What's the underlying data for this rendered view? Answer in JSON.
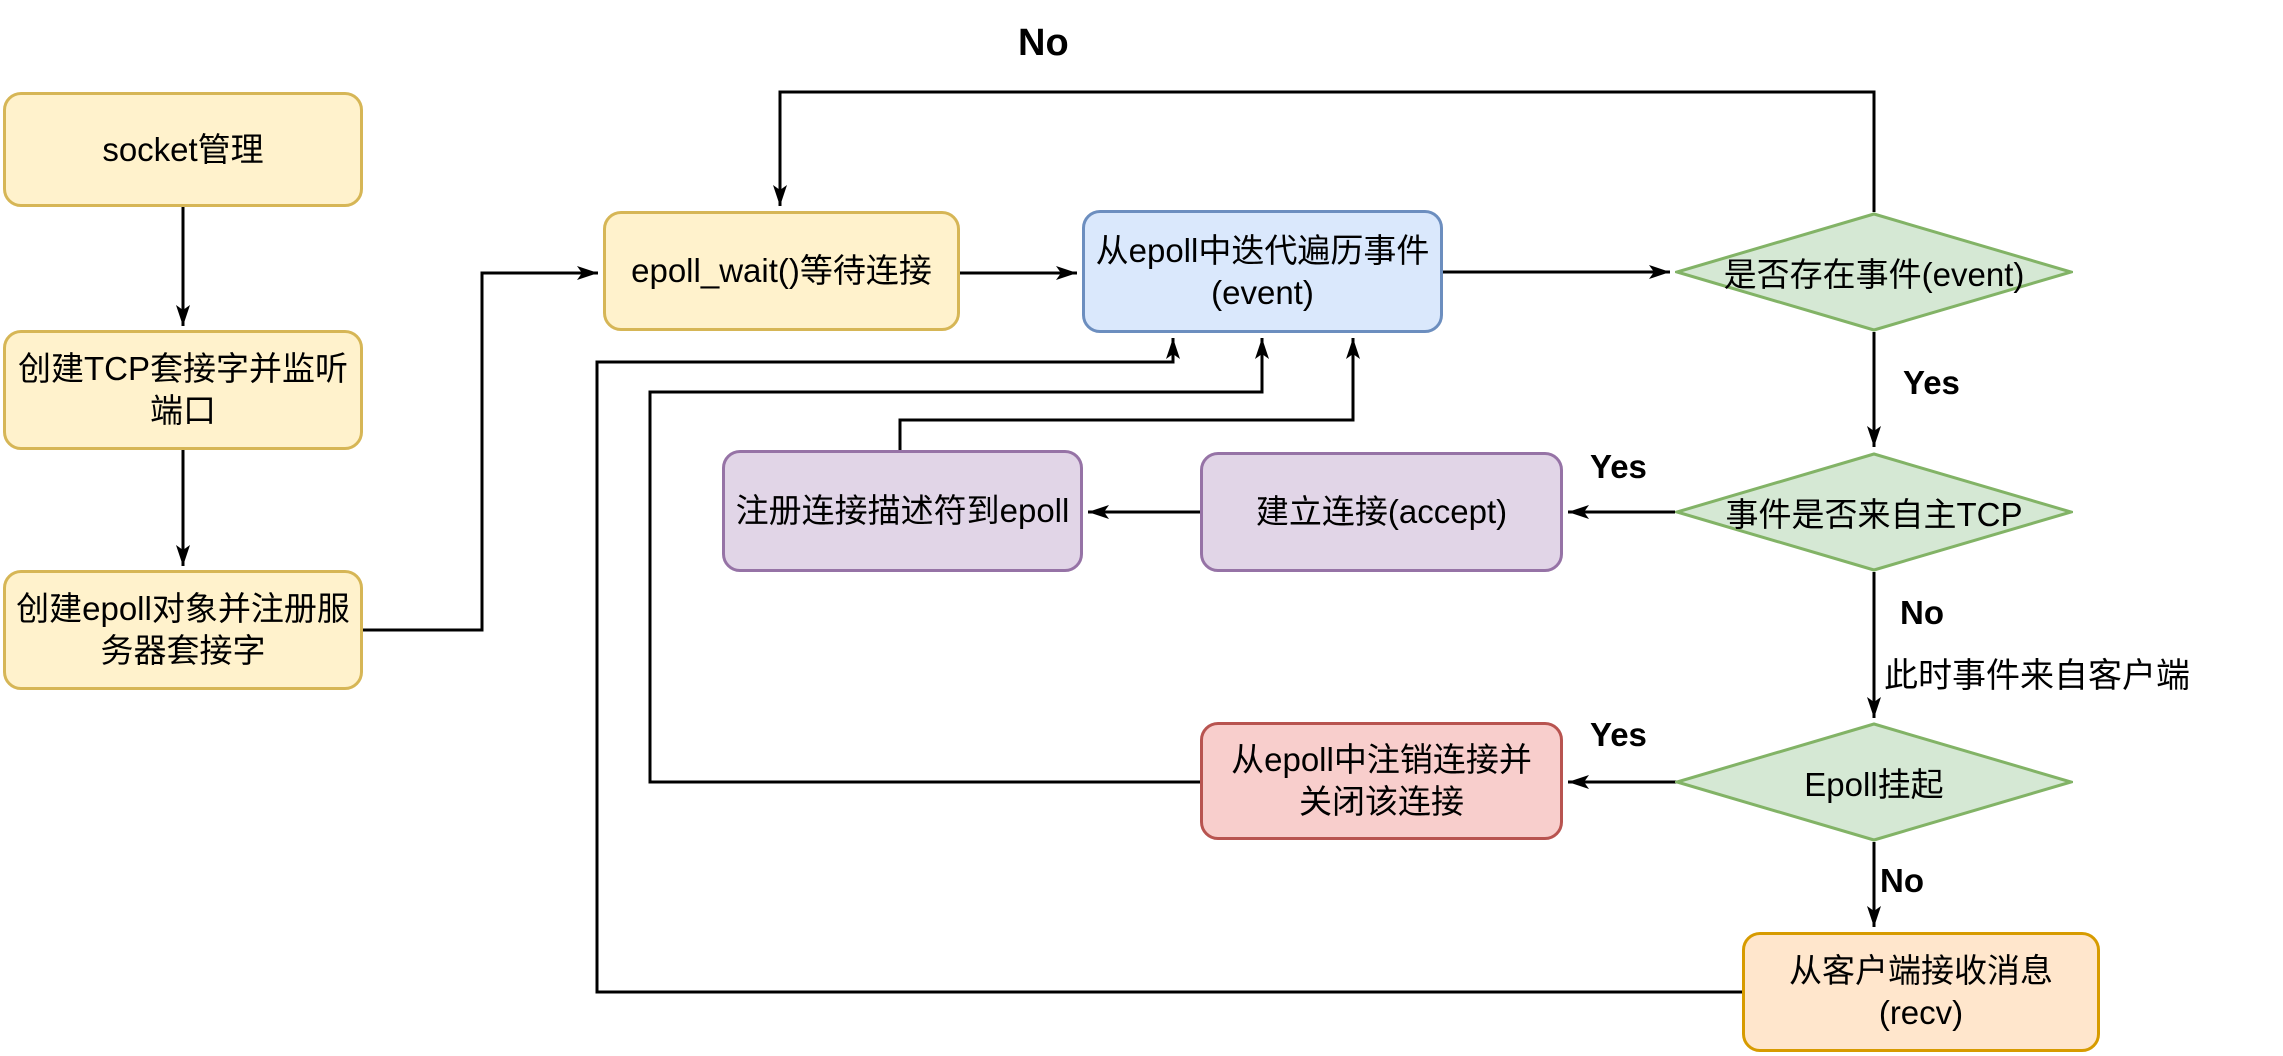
{
  "diagram": {
    "nodes": {
      "socket": {
        "label": "socket管理"
      },
      "create_tcp": {
        "label": "创建TCP套接字并监听\n端口"
      },
      "create_epoll": {
        "label": "创建epoll对象并注册服\n务器套接字"
      },
      "epoll_wait": {
        "label": "epoll_wait()等待连接"
      },
      "iterate": {
        "label": "从epoll中迭代遍历事件\n(event)"
      },
      "has_event": {
        "label": "是否存在事件(event)"
      },
      "register": {
        "label": "注册连接描述符到epoll"
      },
      "accept": {
        "label": "建立连接(accept)"
      },
      "from_tcp": {
        "label": "事件是否来自主TCP"
      },
      "unregister": {
        "label": "从epoll中注销连接并\n关闭该连接"
      },
      "epoll_hup": {
        "label": "Epoll挂起"
      },
      "recv": {
        "label": "从客户端接收消息\n(recv)"
      }
    },
    "labels": {
      "no_loop": "No",
      "yes_has_event": "Yes",
      "yes_from_tcp": "Yes",
      "no_from_tcp": "No",
      "note_client": "此时事件来自客户端",
      "yes_hup": "Yes",
      "no_hup": "No"
    },
    "edges": [
      {
        "from": "socket",
        "to": "create_tcp",
        "label": ""
      },
      {
        "from": "create_tcp",
        "to": "create_epoll",
        "label": ""
      },
      {
        "from": "create_epoll",
        "to": "epoll_wait",
        "label": ""
      },
      {
        "from": "epoll_wait",
        "to": "iterate",
        "label": ""
      },
      {
        "from": "iterate",
        "to": "has_event",
        "label": ""
      },
      {
        "from": "has_event",
        "to": "epoll_wait",
        "label": "No"
      },
      {
        "from": "has_event",
        "to": "from_tcp",
        "label": "Yes"
      },
      {
        "from": "from_tcp",
        "to": "accept",
        "label": "Yes"
      },
      {
        "from": "accept",
        "to": "register",
        "label": ""
      },
      {
        "from": "register",
        "to": "iterate",
        "label": ""
      },
      {
        "from": "from_tcp",
        "to": "epoll_hup",
        "label": "No",
        "note": "此时事件来自客户端"
      },
      {
        "from": "epoll_hup",
        "to": "unregister",
        "label": "Yes"
      },
      {
        "from": "unregister",
        "to": "iterate",
        "label": ""
      },
      {
        "from": "epoll_hup",
        "to": "recv",
        "label": "No"
      },
      {
        "from": "recv",
        "to": "iterate",
        "label": ""
      }
    ],
    "colors": {
      "process_fill": "#FFF2CC",
      "process_border": "#D6B656",
      "iterate_fill": "#DAE8FC",
      "iterate_border": "#6C8EBF",
      "decision_fill": "#D5E8D4",
      "decision_border": "#82B366",
      "register_fill": "#E1D5E7",
      "register_border": "#9673A6",
      "close_fill": "#F8CECC",
      "close_border": "#B85450",
      "recv_fill": "#FFE6CC",
      "recv_border": "#D79B00",
      "connector": "#000000",
      "text": "#000000"
    }
  }
}
